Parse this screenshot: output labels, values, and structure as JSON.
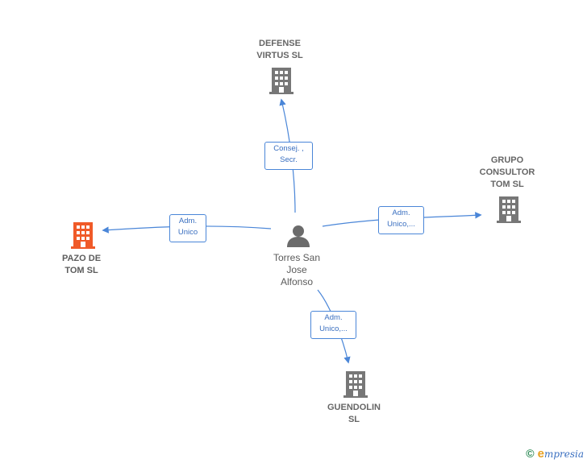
{
  "nodes": {
    "center": {
      "label": "Torres San\nJose\nAlfonso",
      "icon": "person-icon",
      "color": "#6b6b6b"
    },
    "top": {
      "label": "DEFENSE\nVIRTUS  SL",
      "icon": "building-icon",
      "color": "#777777"
    },
    "right": {
      "label": "GRUPO\nCONSULTOR\nTOM  SL",
      "icon": "building-icon",
      "color": "#777777"
    },
    "left": {
      "label": "PAZO DE\nTOM  SL",
      "icon": "building-icon",
      "color": "#f05a28"
    },
    "bottom": {
      "label": "GUENDOLIN\nSL",
      "icon": "building-icon",
      "color": "#777777"
    }
  },
  "edges": {
    "top": {
      "label": "Consej. ,\nSecr."
    },
    "right": {
      "label": "Adm.\nUnico,..."
    },
    "left": {
      "label": "Adm.\nUnico"
    },
    "bottom": {
      "label": "Adm.\nUnico,..."
    }
  },
  "colors": {
    "edge": "#4a86d8",
    "edge_text": "#3a6fc0"
  },
  "footer": {
    "copyright": "©",
    "brand_initial": "e",
    "brand_rest": "mpresia"
  }
}
